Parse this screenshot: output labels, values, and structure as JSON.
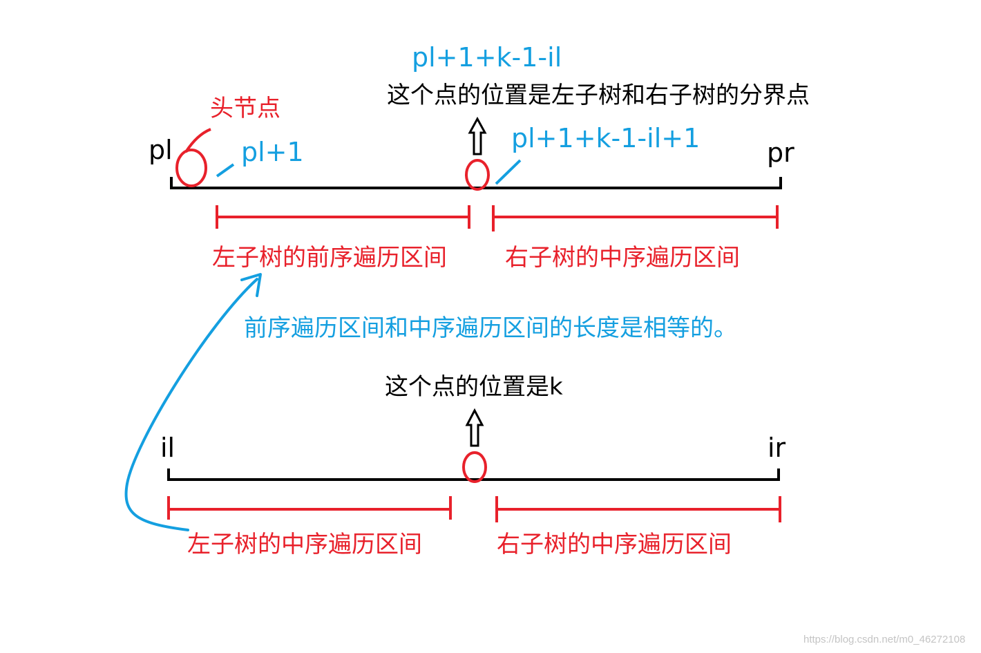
{
  "colors": {
    "black": "#000000",
    "red": "#e8212b",
    "blue": "#149fe0",
    "watermark": "#c4c4c4"
  },
  "labels": {
    "formula_split": "pl+1+k-1-il",
    "split_description": "这个点的位置是左子树和右子树的分界点",
    "head_node": "头节点",
    "pl": "pl",
    "pl_plus_1": "pl+1",
    "formula_split_plus_1": "pl+1+k-1-il+1",
    "pr": "pr",
    "left_preorder": "左子树的前序遍历区间",
    "right_top_range": "右子树的中序遍历区间",
    "equal_length_note": "前序遍历区间和中序遍历区间的长度是相等的。",
    "k_position": "这个点的位置是k",
    "il": "il",
    "ir": "ir",
    "left_inorder": "左子树的中序遍历区间",
    "right_inorder": "右子树的中序遍历区间"
  },
  "watermark": "https://blog.csdn.net/m0_46272108"
}
